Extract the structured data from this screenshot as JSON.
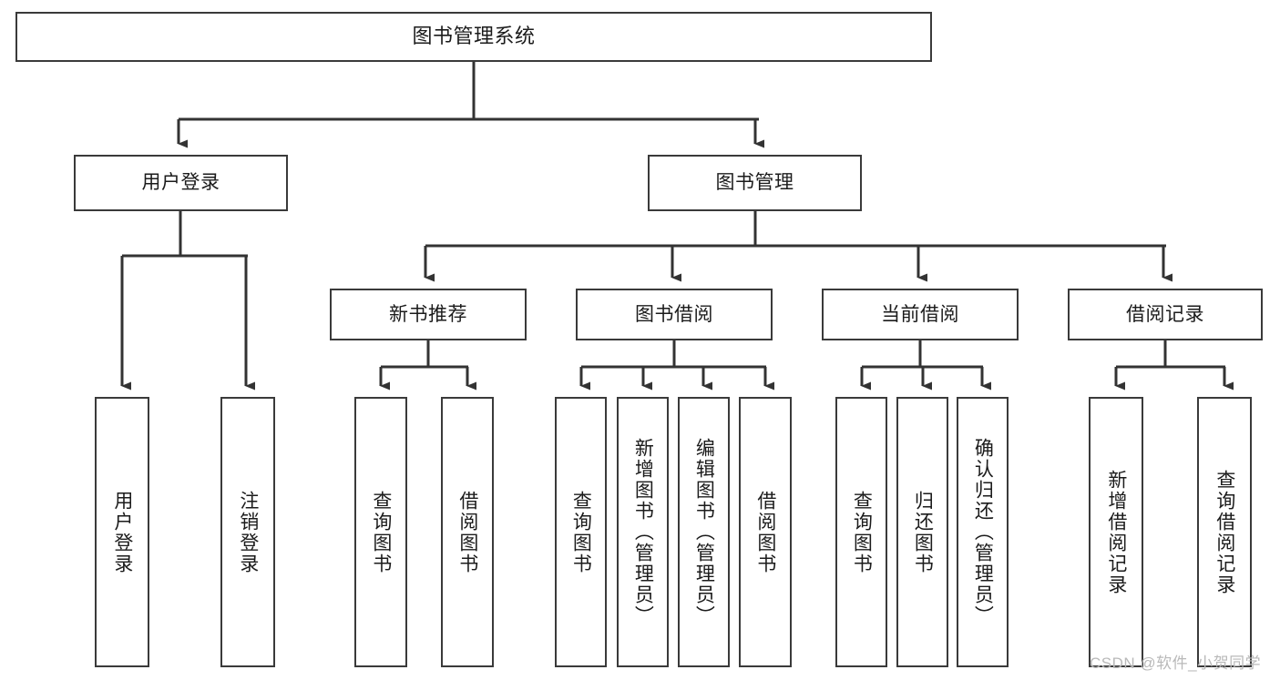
{
  "diagram": {
    "type": "tree-hierarchy-chart",
    "title": "图书管理系统",
    "colors": {
      "box_border": "#3a3a3a",
      "box_fill": "#ffffff",
      "connector": "#333333",
      "text": "#1b1b1b",
      "watermark": "#b9b9b9",
      "background": "#ffffff"
    },
    "root": {
      "label": "图书管理系统"
    },
    "level2": [
      {
        "label": "用户登录"
      },
      {
        "label": "图书管理"
      }
    ],
    "level3": [
      {
        "label": "新书推荐"
      },
      {
        "label": "图书借阅"
      },
      {
        "label": "当前借阅"
      },
      {
        "label": "借阅记录"
      }
    ],
    "leaves": {
      "user_login": [
        {
          "label": "用户登录"
        },
        {
          "label": "注销登录"
        }
      ],
      "new_book_recommend": [
        {
          "label": "查询图书"
        },
        {
          "label": "借阅图书"
        }
      ],
      "book_borrow": [
        {
          "label": "查询图书"
        },
        {
          "label": "新增图书（管理员）"
        },
        {
          "label": "编辑图书（管理员）"
        },
        {
          "label": "借阅图书"
        }
      ],
      "current_borrow": [
        {
          "label": "查询图书"
        },
        {
          "label": "归还图书"
        },
        {
          "label": "确认归还（管理员）"
        }
      ],
      "borrow_record": [
        {
          "label": "新增借阅记录"
        },
        {
          "label": "查询借阅记录"
        }
      ]
    },
    "watermark": "CSDN @软件_小贺同学"
  }
}
